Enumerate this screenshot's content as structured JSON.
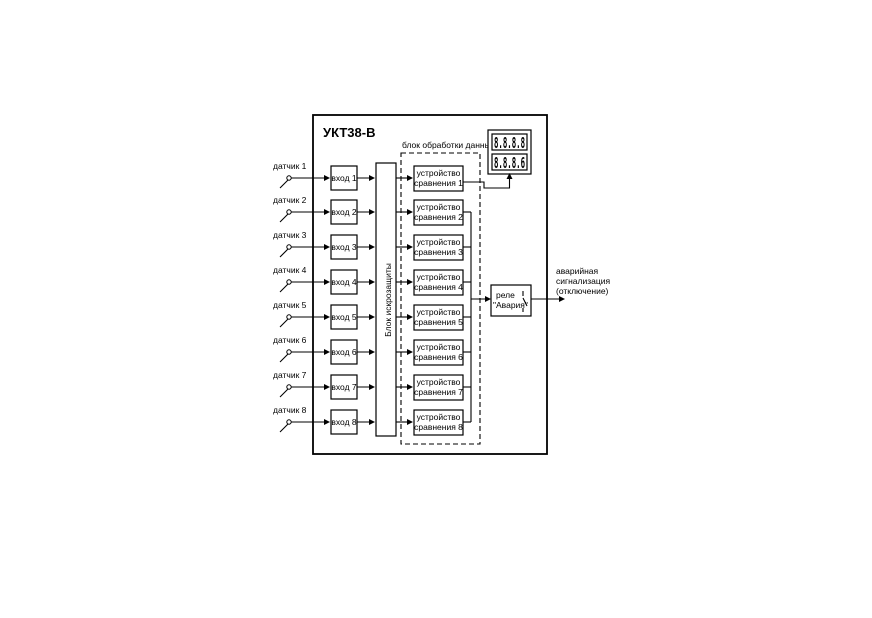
{
  "device": {
    "title": "УКТ38-В",
    "processing_block_label": "блок обработки данных",
    "spark_protection_label": "Блок искрозащиты"
  },
  "sensors": [
    {
      "sensor": "датчик 1",
      "input": "вход 1",
      "comparator_line1": "устройство",
      "comparator_line2": "сравнения 1"
    },
    {
      "sensor": "датчик 2",
      "input": "вход 2",
      "comparator_line1": "устройство",
      "comparator_line2": "сравнения 2"
    },
    {
      "sensor": "датчик 3",
      "input": "вход 3",
      "comparator_line1": "устройство",
      "comparator_line2": "сравнения 3"
    },
    {
      "sensor": "датчик 4",
      "input": "вход 4",
      "comparator_line1": "устройство",
      "comparator_line2": "сравнения 4"
    },
    {
      "sensor": "датчик 5",
      "input": "вход 5",
      "comparator_line1": "устройство",
      "comparator_line2": "сравнения 5"
    },
    {
      "sensor": "датчик 6",
      "input": "вход 6",
      "comparator_line1": "устройство",
      "comparator_line2": "сравнения 6"
    },
    {
      "sensor": "датчик 7",
      "input": "вход 7",
      "comparator_line1": "устройство",
      "comparator_line2": "сравнения 7"
    },
    {
      "sensor": "датчик 8",
      "input": "вход 8",
      "comparator_line1": "устройство",
      "comparator_line2": "сравнения 8"
    }
  ],
  "display": {
    "row1": "8.8.8.8",
    "row2": "8.8.8.6"
  },
  "relay": {
    "line1": "реле",
    "line2": "\"Авария\""
  },
  "output": {
    "line1": "аварийная",
    "line2": "сигнализация",
    "line3": "(отключение)"
  }
}
